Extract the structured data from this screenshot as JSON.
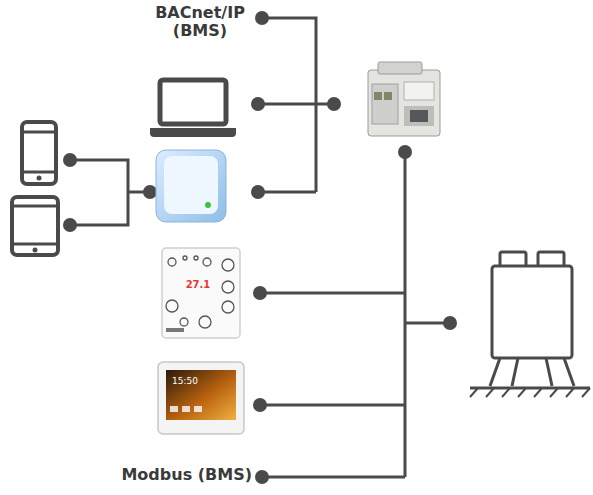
{
  "diagram": {
    "labels": [
      "BACnet/IP (BMS)",
      "27.1",
      "15:50",
      "Modbus (BMS)"
    ]
  }
}
